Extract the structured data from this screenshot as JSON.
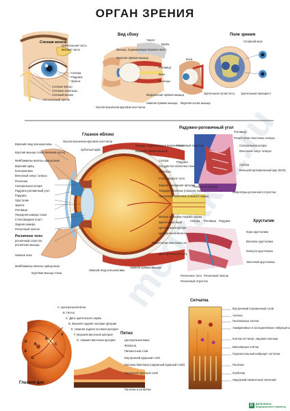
{
  "title": "ОРГАН ЗРЕНИЯ",
  "watermark": "medzakaz.ru",
  "sections": {
    "side_view": "Вид сбоку",
    "visual_field": "Поле зрения",
    "eyeball": "Глазное яблоко",
    "iridocorneal": "Радужно-роговичный угол",
    "lens": "Хрусталик",
    "retina": "Сетчатка",
    "fundus": "Глазное дно",
    "macula": "Пятно"
  },
  "face_labels": [
    "Слезная железа:",
    "орбитальная часть",
    "вековая часть",
    "Склера",
    "Радужка",
    "Зрачок",
    "Слезное мясцо",
    "Слезные канальцы",
    "Слезный мешок",
    "Носослезный проток"
  ],
  "side_labels": [
    "Мышца, поднимающая верхнее веко",
    "Верхняя прямая мышца",
    "Бровь",
    "Череп",
    "Роговица",
    "Веко",
    "Ресницы",
    "Медиальная прямая мышца",
    "Нижняя прямая мышца",
    "Верхняя косая мышца",
    "Блок",
    "Окологлазничная круговая клетчатка"
  ],
  "field_labels": [
    "Головной мозг",
    "Зрительная лучистость",
    "Зрительный перекрест"
  ],
  "eyeball_left_labels": [
    "Верхний свод конъюнктивы",
    "Круглая мышца глаза (вековая часть)",
    "Мейбомиевы железы хряща века",
    "Верхний хрящ",
    "Конъюнктива",
    "Венозный синус склеры",
    "Ресничка",
    "Склеральная шпора",
    "Радужно-роговичный угол",
    "Радужка",
    "Хрусталик",
    "Зрачок",
    "Роговица",
    "Передняя камера глаза",
    "Стекловидная пласт",
    "Задняя камера",
    "Ресничный поясок",
    "Ресничное тело:",
    "ресничный отросток",
    "ресничная мышца",
    "Нижнее веко",
    "Мейбомиевы железы хряща века"
  ],
  "eyeball_top_labels": [
    "Окологлазничная круговая клетчатка",
    "Зубчатый край",
    "Мышца, поднимающая верхнее веко",
    "Верхняя прямая мышца"
  ],
  "eyeball_right_labels": [
    "Склера",
    "Сосудистая оболочка глаза",
    "Сетчатка",
    "Стекловидное тело",
    "Задняя цилиарная артерия",
    "Твердая оболочка (глазного нерва)",
    "Паутинная оболочка (глазного нерва)",
    "Мягкая оболочка глазного нерва",
    "Зрительный нерв",
    "Центральная артерия сетчатки",
    "Центральная вена сетчатки",
    "Решетчатая пластинка склеры",
    "Диск зрительного нерва"
  ],
  "eyeball_bottom_labels": [
    "Круговая мышца глаза",
    "Нижний свод конъюнктивы",
    "Нижняя прямая мышца"
  ],
  "angle_labels": [
    "Роговица",
    "Решетчатая пластинка склеры",
    "Склеральная шпора",
    "Венозный синус склеры",
    "Склера",
    "Большой артериальный круг (БАК)",
    "Ресничный отросток",
    "Радужка",
    "Ресничная мышца",
    "Капилляры ресничного отростка"
  ],
  "lens_labels": [
    "Склера",
    "Роговица",
    "Радужка",
    "Кора хрусталика",
    "Волокна хрусталика",
    "Капсула хрусталика",
    "Ресничное тело",
    "Ресничный поясок",
    "Эпителий хрусталика",
    "Ресничный отросток"
  ],
  "fundus_labels": [
    "А. Центральная вена",
    "В. Пятно",
    "С. Диск зрительного нерва",
    "D. Верхняя задняя носовая артерия",
    "E. Нижняя задняя носовая артерия",
    "F. Верхняя височная артерия",
    "G. Нижняя височная артерия"
  ],
  "fundus_letters": [
    "A",
    "B",
    "C",
    "D",
    "E",
    "F",
    "G"
  ],
  "macula_labels": [
    "Центральная ямка",
    "Фовеола",
    "Пигментный слой",
    "Внутренний ядерный слой",
    "Волокна Мюллера (наружный ядерный слой)",
    "Наружный ядерный слой",
    "Палочки и колбочки"
  ],
  "retina_labels": [
    "Внутренний пограничный слой",
    "Аксоны",
    "Ганглиозные клетки",
    "Амакриновые и ассоциативные нейроциты",
    "Клетки сетчатки, лицевая колонка",
    "Биполярные клетки",
    "Горизонтальный нейроцит сетчатки",
    "Палочки",
    "Колбочки",
    "Наружный пигментный эпителий"
  ],
  "logo": {
    "mark": "D",
    "line1": "ДЕЛЬФИНА",
    "line2": "медицинские плакаты"
  },
  "colors": {
    "iris": "#3d7fb8",
    "muscle": "#c0392b",
    "sclera": "#f2efe6",
    "choroid": "#8e3b1e",
    "retina": "#e8862a",
    "vitreous": "#f6c66c",
    "nerve": "#f2d96b",
    "lens": "#cfe3ef",
    "skin": "#f0c8a0"
  }
}
